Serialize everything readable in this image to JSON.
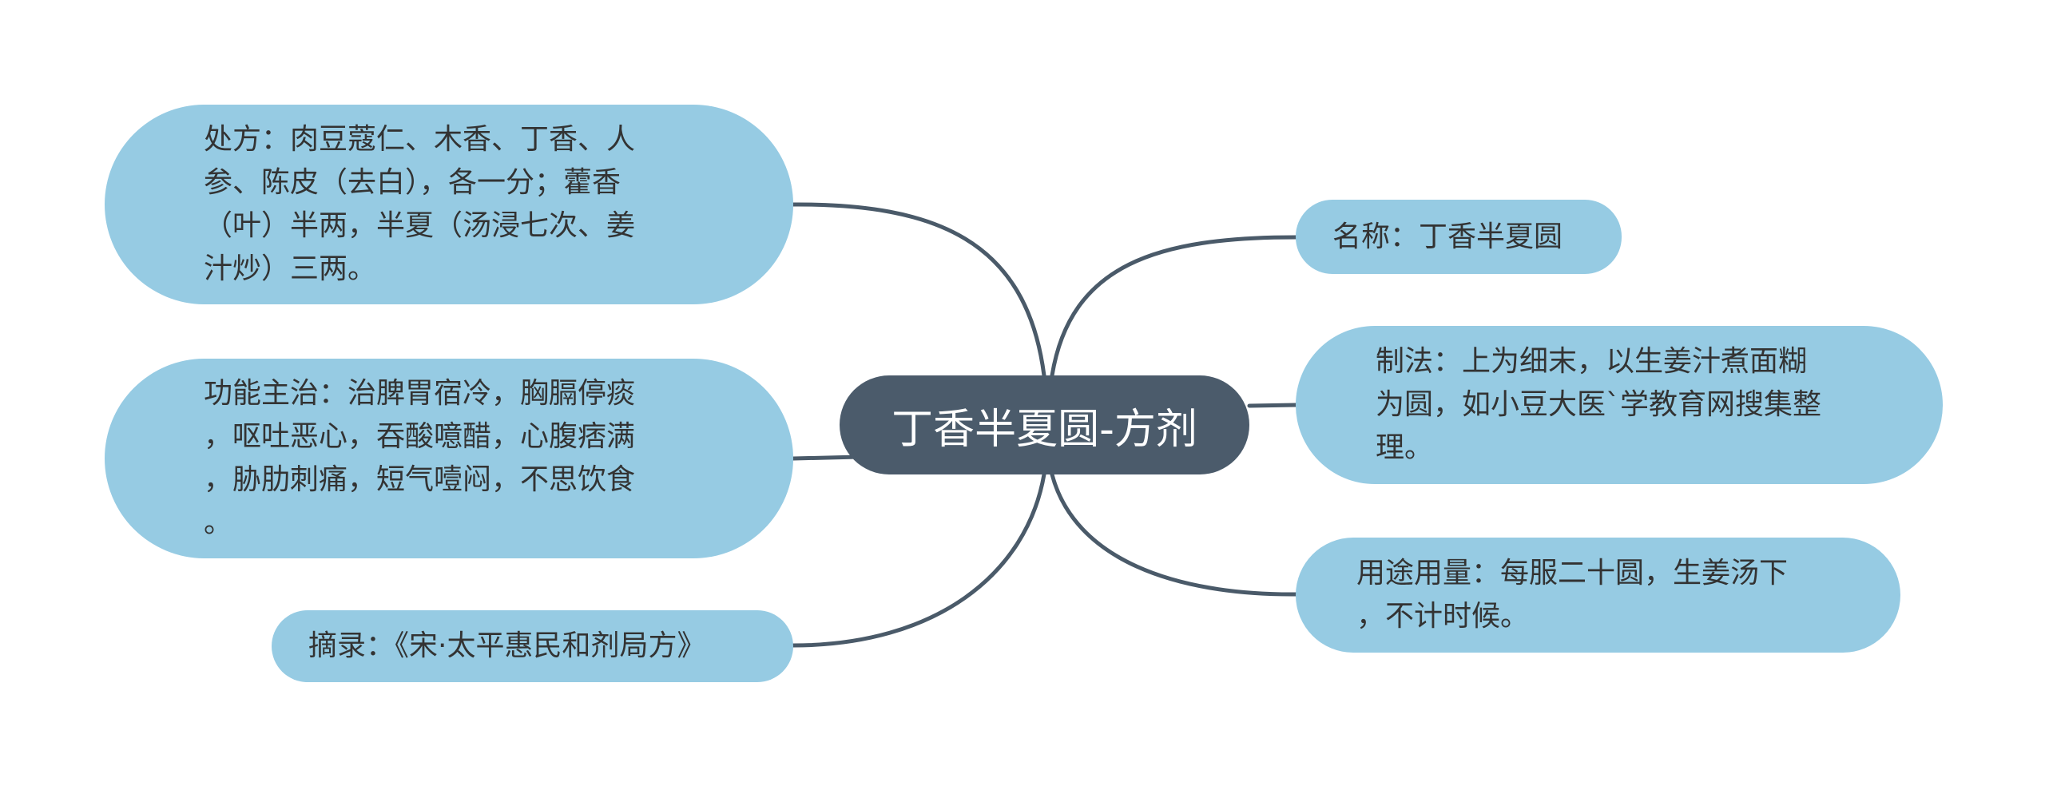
{
  "center": {
    "title": "丁香半夏圆-方剂"
  },
  "nodes": {
    "prescription": "处方：肉豆蔻仁、木香、丁香、人\n参、陈皮（去白），各一分；藿香\n（叶）半两，半夏（汤浸七次、姜\n汁炒）三两。",
    "indications": "功能主治：治脾胃宿冷，胸膈停痰\n，呕吐恶心，吞酸噫醋，心腹痞满\n，胁肋刺痛，短气噎闷，不思饮食\n。",
    "source": "摘录：《宋·太平惠民和剂局方》",
    "name": "名称：丁香半夏圆",
    "preparation": "制法：上为细末，以生姜汁煮面糊\n为圆，如小豆大医`学教育网搜集整\n理。",
    "dosage": "用途用量：每服二十圆，生姜汤下\n，不计时候。"
  },
  "colors": {
    "center_fill": "#4b5b6b",
    "node_fill": "#96cbe3",
    "link_stroke": "#4a5a69"
  }
}
